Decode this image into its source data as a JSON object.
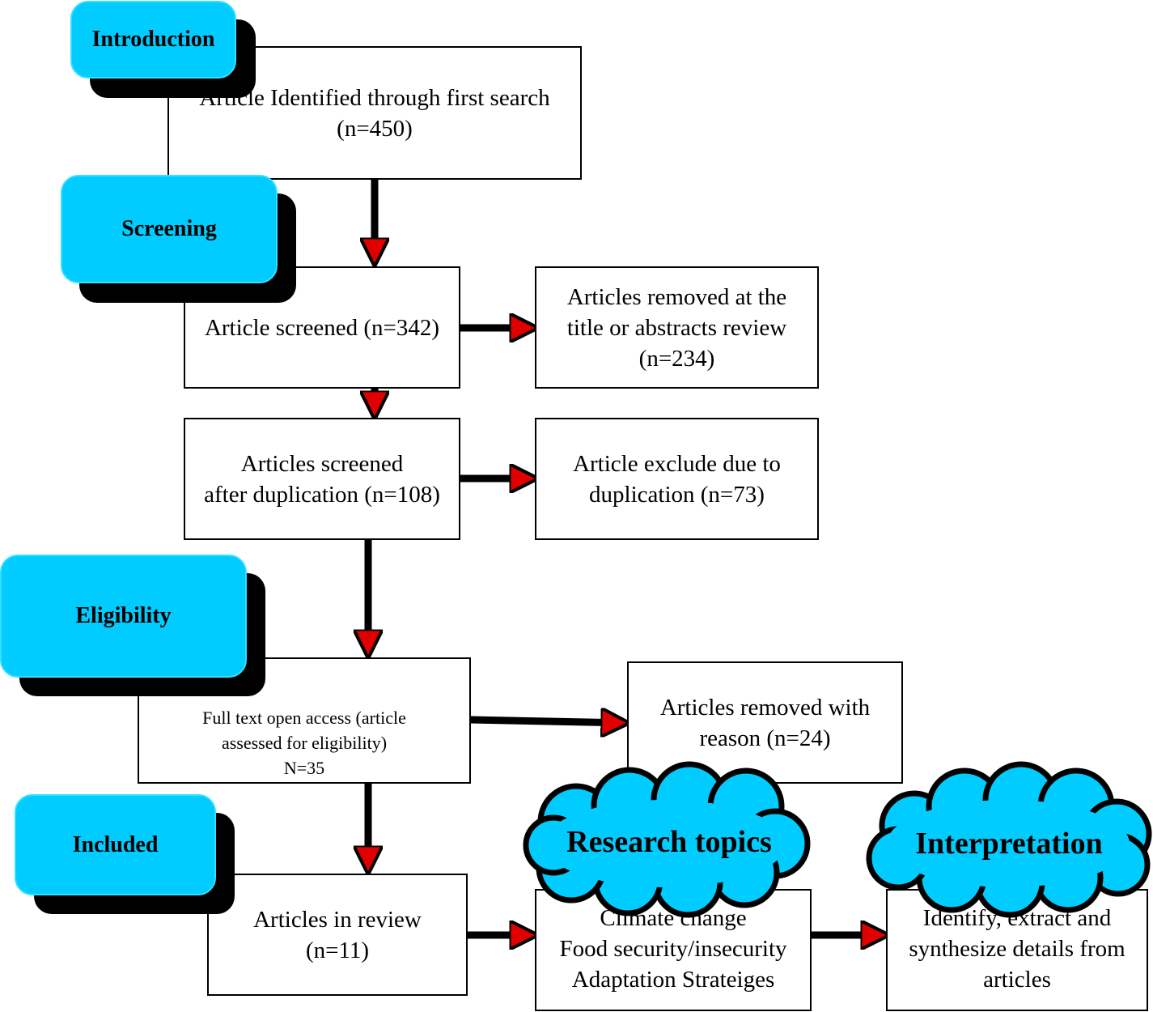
{
  "stages": {
    "introduction": "Introduction",
    "screening": "Screening",
    "eligibility": "Eligibility",
    "included": "Included"
  },
  "boxes": {
    "identified": [
      "Article Identified through first search",
      "(n=450)"
    ],
    "screened": [
      "Article screened (n=342)"
    ],
    "removed_title": [
      "Articles removed at the",
      "title or abstracts review",
      "(n=234)"
    ],
    "after_duplication": [
      "Articles screened",
      "after duplication (n=108)"
    ],
    "excluded_duplication": [
      "Article exclude due to",
      "duplication (n=73)"
    ],
    "full_text": [
      "Full text open access (article",
      "assessed for eligibility)",
      "N=35"
    ],
    "removed_reason": [
      "Articles removed with",
      "reason (n=24)"
    ],
    "in_review": [
      "Articles in review",
      "(n=11)"
    ],
    "topics": [
      "Climate change",
      "Food security/insecurity",
      "Adaptation Strateiges"
    ],
    "interpretation_details": [
      "Identify, extract and",
      "synthesize details from",
      "articles"
    ]
  },
  "clouds": {
    "research_topics": "Research topics",
    "interpretation": "Interpretation"
  },
  "colors": {
    "stage_fill": "#00ccff",
    "cloud_fill": "#00ccff",
    "arrow_head": "#e00000",
    "shadow": "#000000"
  }
}
